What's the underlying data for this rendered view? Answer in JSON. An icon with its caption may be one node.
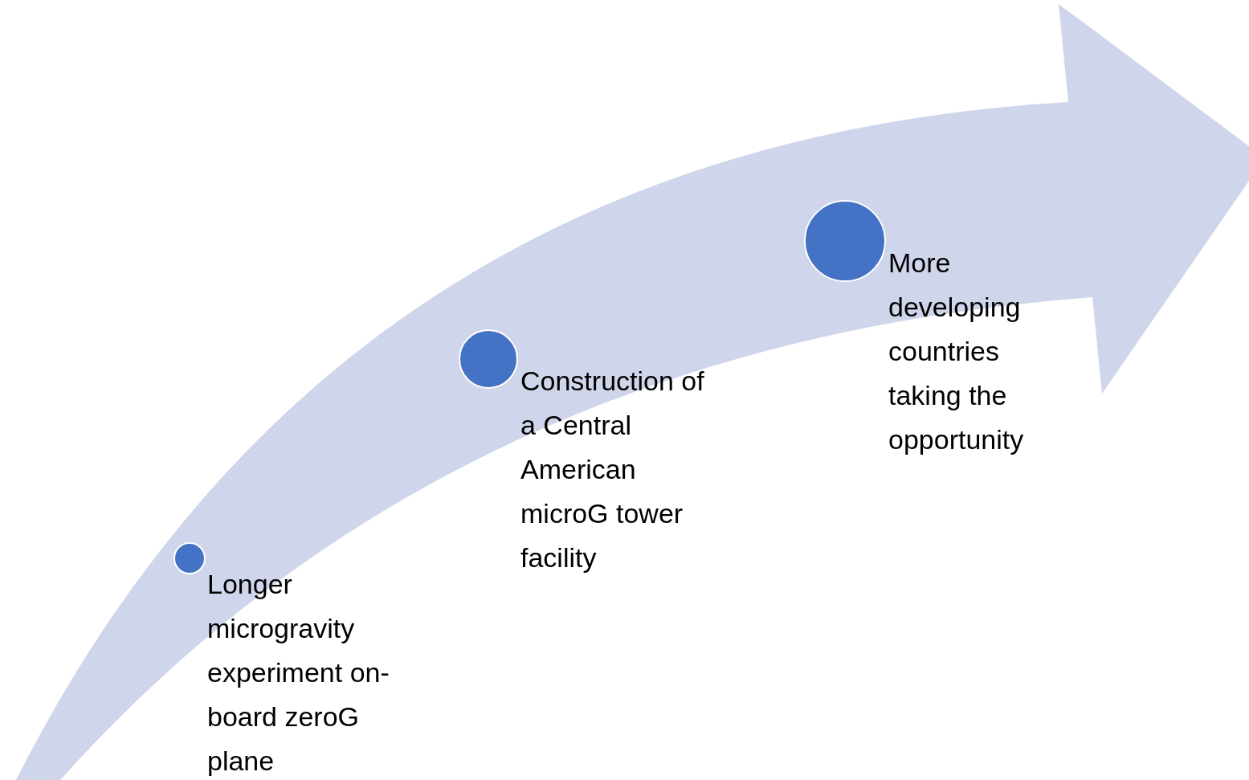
{
  "diagram": {
    "nodes": [
      {
        "text": [
          "Longer microgravity experiment on-board zeroG plane"
        ]
      },
      {
        "text": [
          "Construction of a Central American microG tower facility"
        ]
      },
      {
        "text": [
          "More developing countries taking the opportunity"
        ]
      }
    ]
  }
}
